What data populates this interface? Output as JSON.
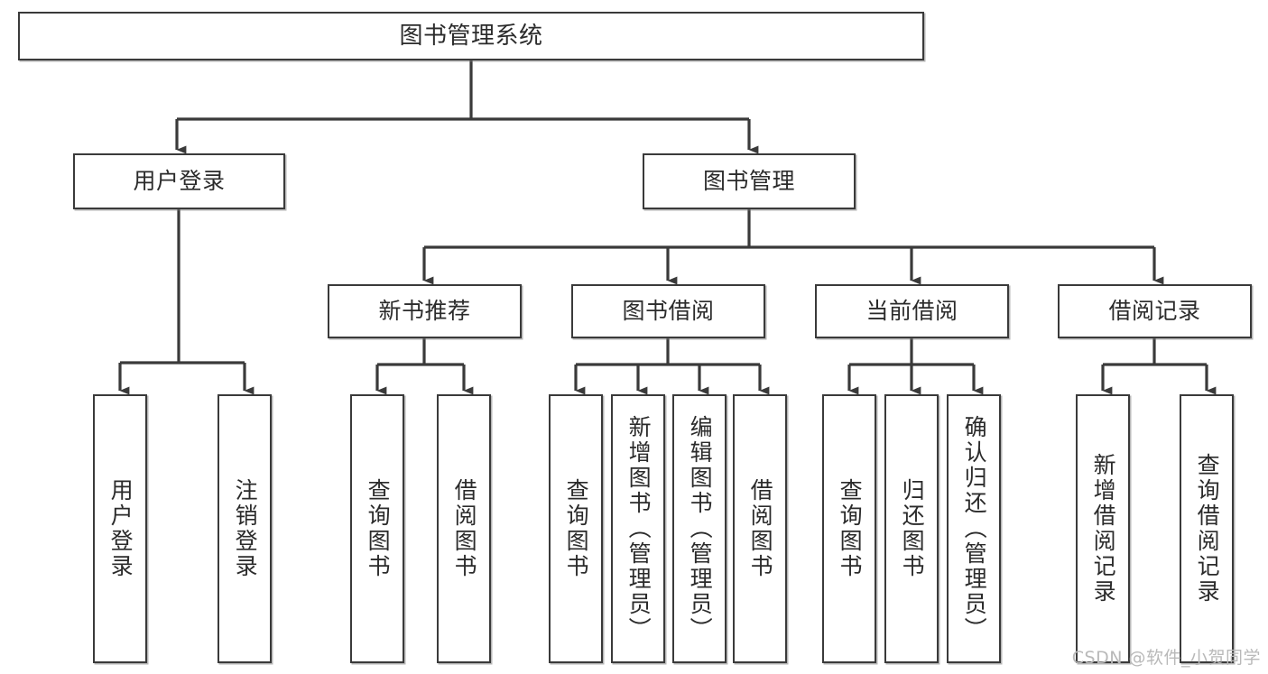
{
  "diagram": {
    "title": "图书管理系统",
    "type": "tree",
    "background_color": "#ffffff",
    "node_border_color": "#3a3a3a",
    "node_fill_color": "#ffffff",
    "connector_color": "#3a3a3a"
  },
  "root": {
    "label": "图书管理系统"
  },
  "level2": [
    {
      "label": "用户登录"
    },
    {
      "label": "图书管理"
    }
  ],
  "level3": [
    {
      "label": "新书推荐"
    },
    {
      "label": "图书借阅"
    },
    {
      "label": "当前借阅"
    },
    {
      "label": "借阅记录"
    }
  ],
  "leaves": {
    "user_login": [
      {
        "label": "用户登录"
      },
      {
        "label": "注销登录"
      }
    ],
    "new_book_recommend": [
      {
        "label": "查询图书"
      },
      {
        "label": "借阅图书"
      }
    ],
    "book_borrow": [
      {
        "label": "查询图书"
      },
      {
        "label": "新增图书（管理员）"
      },
      {
        "label": "编辑图书（管理员）"
      },
      {
        "label": "借阅图书"
      }
    ],
    "current_borrow": [
      {
        "label": "查询图书"
      },
      {
        "label": "归还图书"
      },
      {
        "label": "确认归还（管理员）"
      }
    ],
    "borrow_record": [
      {
        "label": "新增借阅记录"
      },
      {
        "label": "查询借阅记录"
      }
    ]
  },
  "watermark": {
    "text": "CSDN @软件_小贺同学",
    "color": "#b9b9b9"
  }
}
